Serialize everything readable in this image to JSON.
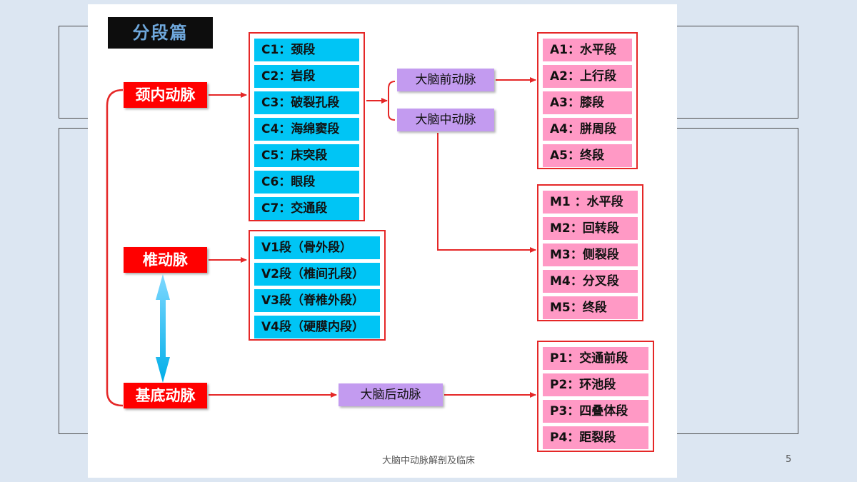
{
  "title": "分段篇",
  "roots": {
    "ica": "颈内动脉",
    "va": "椎动脉",
    "ba": "基底动脉"
  },
  "c_segments": [
    "C1：颈段",
    "C2：岩段",
    "C3：破裂孔段",
    "C4：海绵窦段",
    "C5：床突段",
    "C6：眼段",
    "C7：交通段"
  ],
  "v_segments": [
    "V1段（骨外段）",
    "V2段（椎间孔段）",
    "V3段（脊椎外段）",
    "V4段（硬膜内段）"
  ],
  "branches": {
    "aca": "大脑前动脉",
    "mca": "大脑中动脉",
    "pca": "大脑后动脉"
  },
  "a_segments": [
    "A1：水平段",
    "A2：上行段",
    "A3：膝段",
    "A4：胼周段",
    "A5：终段"
  ],
  "m_segments": [
    "M1 ：水平段",
    "M2：回转段",
    "M3：侧裂段",
    "M4：分叉段",
    "M5：终段"
  ],
  "p_segments": [
    "P1：交通前段",
    "P2：环池段",
    "P3：四叠体段",
    "P4：距裂段"
  ],
  "footer": "大脑中动脉解剖及临床",
  "page_number": "5",
  "colors": {
    "red": "#ff0000",
    "cyan": "#00c5f5",
    "pink": "#ff99c5",
    "purple": "#c39bf0",
    "title_bg": "#0d0d0d",
    "title_text": "#6fa8dc",
    "slide_bg": "#dce6f2"
  }
}
